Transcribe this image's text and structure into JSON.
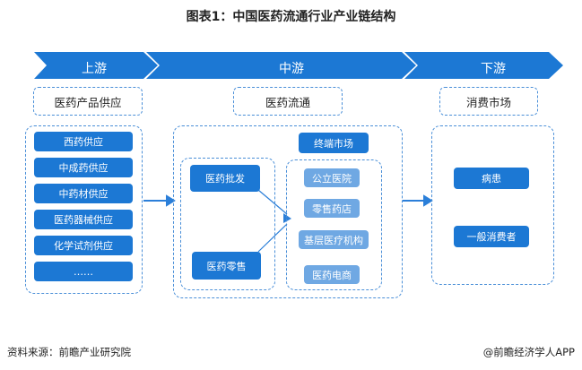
{
  "title": "图表1：中国医药流通行业产业链结构",
  "stages": [
    {
      "label": "上游"
    },
    {
      "label": "中游"
    },
    {
      "label": "下游"
    }
  ],
  "upstream": {
    "header": "医药产品供应",
    "items": [
      "西药供应",
      "中成药供应",
      "中药材供应",
      "医药器械供应",
      "化学试剂供应",
      "……"
    ]
  },
  "midstream": {
    "header": "医药流通",
    "wholesale": "医药批发",
    "retail": "医药零售",
    "terminal_header": "终端市场",
    "terminals": [
      "公立医院",
      "零售药店",
      "基层医疗机构",
      "医药电商"
    ]
  },
  "downstream": {
    "header": "消费市场",
    "items": [
      "病患",
      "一般消费者"
    ]
  },
  "footer": {
    "source": "资料来源：前瞻产业研究院",
    "brand": "@前瞻经济学人APP"
  },
  "colors": {
    "stage_bar": "#1c78d4",
    "item_fill": "#1c78d4",
    "terminal_fill": "#6fa8e3",
    "dashed_border": "#4a8fd8",
    "arrow": "#2b7fd9"
  }
}
